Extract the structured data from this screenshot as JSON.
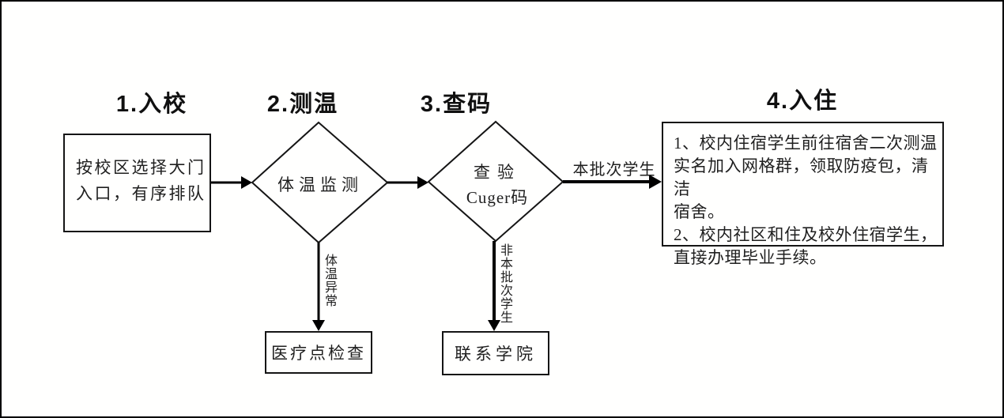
{
  "page": {
    "background_color": "#fffffe",
    "line_color": "#000000",
    "text_color": "#1f1f1f"
  },
  "headings": [
    {
      "label": "1.入校"
    },
    {
      "label": "2.测温"
    },
    {
      "label": "3.查码"
    },
    {
      "label": "4.入住"
    }
  ],
  "nodes": {
    "entry": {
      "shape": "rectangle",
      "lines": [
        "按校区选择大门",
        "入口，有序排队"
      ]
    },
    "temperature": {
      "shape": "diamond",
      "label": "体温监测"
    },
    "code_check": {
      "shape": "diamond",
      "lines": [
        "查验",
        "Cuger码"
      ]
    },
    "checkin": {
      "shape": "rectangle",
      "lines": [
        "1、校内住宿学生前往宿舍二次测温",
        "实名加入网格群，领取防疫包，清洁",
        "宿舍。",
        "2、校内社区和住及校外住宿学生，",
        "直接办理毕业手续。"
      ]
    },
    "medical": {
      "shape": "rectangle",
      "label": "医疗点检查"
    },
    "college": {
      "shape": "rectangle",
      "label": "联系学院"
    }
  },
  "edge_labels": {
    "this_batch": "本批次学生",
    "temp_abnormal": "体温异常",
    "not_this_batch": "非本批次学生"
  }
}
